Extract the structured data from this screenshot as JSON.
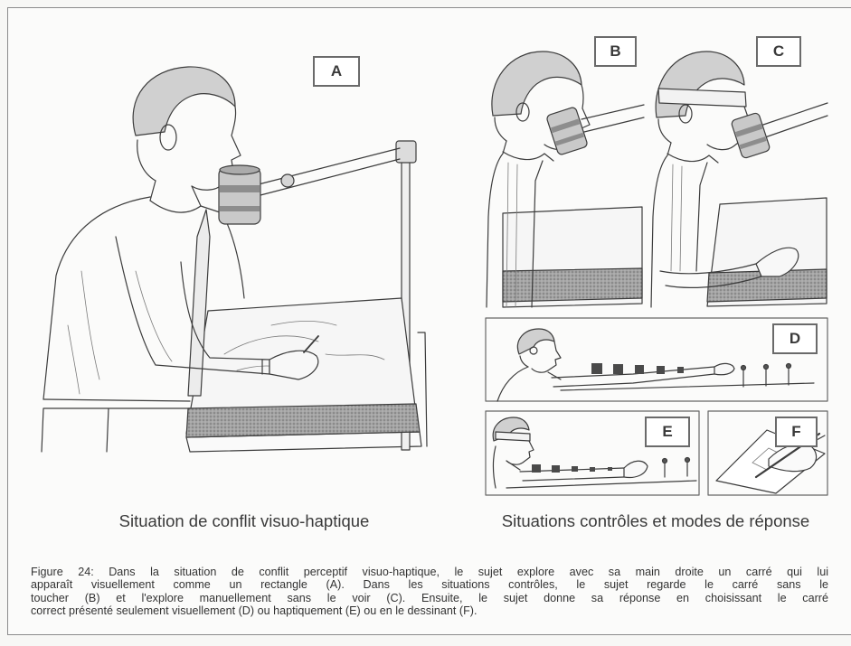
{
  "panels": [
    {
      "id": "a",
      "label": "A"
    },
    {
      "id": "b",
      "label": "B"
    },
    {
      "id": "c",
      "label": "C"
    },
    {
      "id": "d",
      "label": "D"
    },
    {
      "id": "e",
      "label": "E"
    },
    {
      "id": "f",
      "label": "F"
    }
  ],
  "captions": {
    "left": "Situation de conflit visuo-haptique",
    "right": "Situations contrôles et modes de réponse"
  },
  "figure_caption": {
    "lines": [
      "Figure 24: Dans la situation de conflit perceptif visuo-haptique, le sujet explore avec sa main droite un carré qui lui",
      "apparaît visuellement comme un rectangle (A). Dans les situations contrôles, le sujet regarde le carré sans le",
      "toucher (B) et l'explore manuellement sans le voir (C). Ensuite, le sujet donne sa réponse en choisissant le carré",
      "correct présenté seulement visuellement (D) ou haptiquement (E) ou en le dessinant (F)."
    ]
  }
}
